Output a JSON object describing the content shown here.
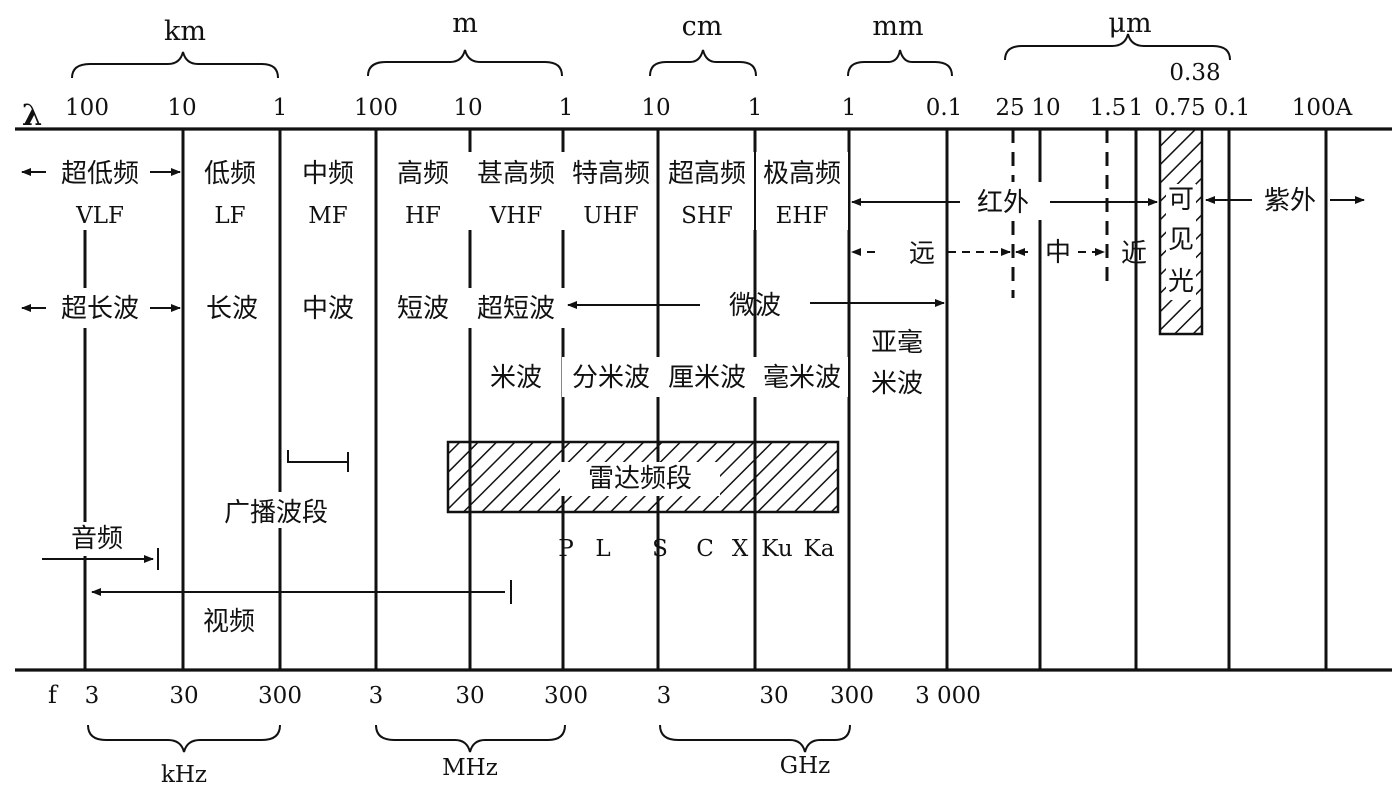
{
  "symbols": {
    "lambda": "λ",
    "f": "f"
  },
  "wavelength_units": [
    "km",
    "m",
    "cm",
    "mm",
    "μm"
  ],
  "wavelength_ticks": [
    "100",
    "10",
    "1",
    "100",
    "10",
    "1",
    "10",
    "1",
    "1",
    "0.1",
    "25",
    "10",
    "1.5",
    "1",
    "0.75",
    "0.1",
    "100A"
  ],
  "visible_edge_label": "0.38",
  "frequency_ticks": [
    "3",
    "30",
    "300",
    "3",
    "30",
    "300",
    "3",
    "30",
    "300",
    "3 000"
  ],
  "frequency_units": [
    "kHz",
    "MHz",
    "GHz"
  ],
  "bands": [
    {
      "cn": "超低频",
      "en": "VLF"
    },
    {
      "cn": "低频",
      "en": "LF"
    },
    {
      "cn": "中频",
      "en": "MF"
    },
    {
      "cn": "高频",
      "en": "HF"
    },
    {
      "cn": "甚高频",
      "en": "VHF"
    },
    {
      "cn": "特高频",
      "en": "UHF"
    },
    {
      "cn": "超高频",
      "en": "SHF"
    },
    {
      "cn": "极高频",
      "en": "EHF"
    }
  ],
  "optical": {
    "infrared": "红外",
    "far": "远",
    "mid": "中",
    "near": "近",
    "visible": [
      "可",
      "见",
      "光"
    ],
    "ultraviolet": "紫外"
  },
  "wave_names": [
    "超长波",
    "长波",
    "中波",
    "短波",
    "超短波",
    "微波"
  ],
  "sub_waves": [
    "米波",
    "分米波",
    "厘米波",
    "毫米波"
  ],
  "submillimeter": [
    "亚毫",
    "米波"
  ],
  "radar": {
    "label": "雷达频段",
    "letters": [
      "P",
      "L",
      "S",
      "C",
      "X",
      "Ku",
      "Ka"
    ]
  },
  "broadcast_label": "广播波段",
  "audio_label": "音频",
  "video_label": "视频"
}
